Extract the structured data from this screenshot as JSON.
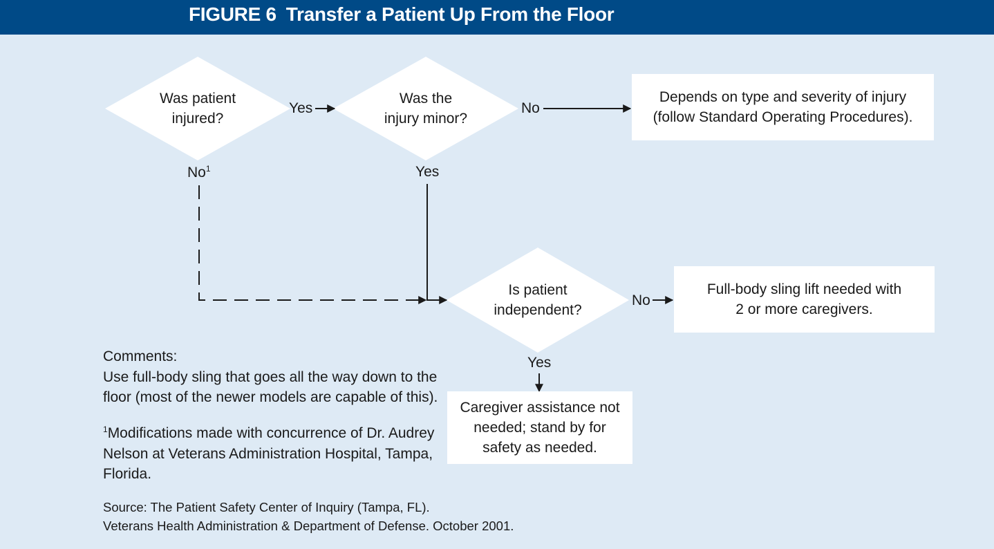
{
  "header": {
    "figure": "FIGURE 6",
    "title": "Transfer a Patient Up From the Floor"
  },
  "nodes": {
    "injured": {
      "line1": "Was patient",
      "line2": "injured?"
    },
    "minor": {
      "line1": "Was the",
      "line2": "injury minor?"
    },
    "sop": {
      "line1": "Depends on type and severity of injury",
      "line2": "(follow Standard Operating Procedures)."
    },
    "independent": {
      "line1": "Is patient",
      "line2": "independent?"
    },
    "sling": {
      "line1": "Full-body sling lift needed with",
      "line2": "2 or more caregivers."
    },
    "standby": {
      "line1": "Caregiver assistance not",
      "line2": "needed; stand by for",
      "line3": "safety as needed."
    }
  },
  "edges": {
    "yes": "Yes",
    "no": "No",
    "footnote_mark": "1"
  },
  "comments": {
    "heading": "Comments:",
    "line1": "Use full-body sling that goes all the way down to the",
    "line2": "floor (most of the newer models are capable of this)."
  },
  "footnote": {
    "mark": "1",
    "text": "Modifications made with concurrence of Dr. Audrey Nelson at Veterans Administration Hospital, Tampa, Florida."
  },
  "source": {
    "line1": "Source: The Patient Safety Center of Inquiry (Tampa, FL).",
    "line2": "Veterans Health Administration & Department of Defense. October 2001."
  },
  "colors": {
    "header_bg": "#004a87",
    "page_bg": "#deeaf5",
    "box_fill": "#ffffff",
    "line": "#1a1a1a"
  }
}
